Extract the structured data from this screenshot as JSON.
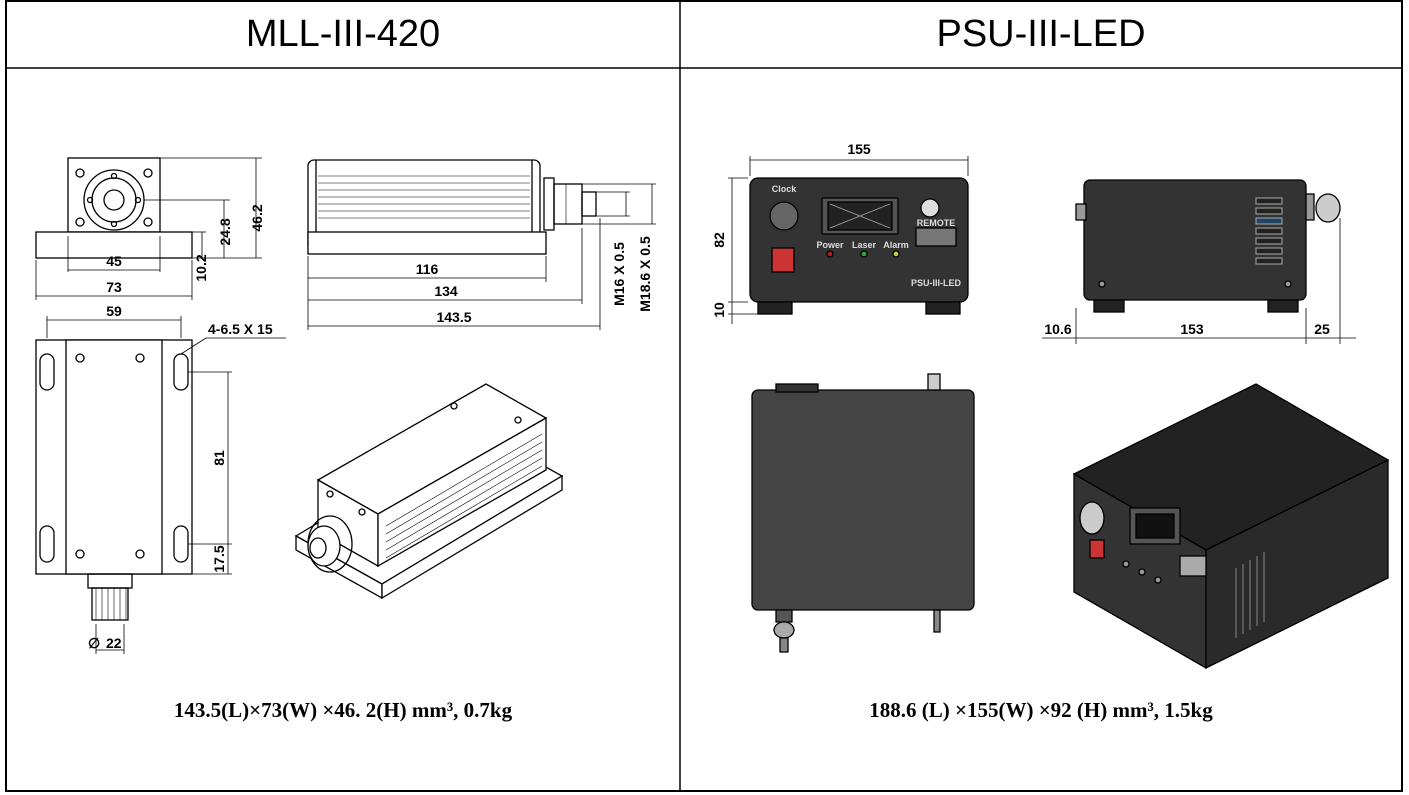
{
  "left": {
    "title": "MLL-III-420",
    "caption": "143.5(L)×73(W) ×46. 2(H) mm³, 0.7kg",
    "dims": {
      "d_46_2": "46.2",
      "d_24_8": "24.8",
      "d_10_2": "10.2",
      "d_45": "45",
      "d_73": "73",
      "d_116": "116",
      "d_134": "134",
      "d_143_5": "143.5",
      "d_m16": "M16 X 0.5",
      "d_m18": "M18.6 X 0.5",
      "d_59": "59",
      "d_holes": "4-6.5 X 15",
      "d_81": "81",
      "d_17_5": "17.5",
      "d_22": "22"
    }
  },
  "right": {
    "title": "PSU-III-LED",
    "caption": "188.6 (L) ×155(W) ×92 (H) mm³, 1.5kg",
    "dims": {
      "d_155": "155",
      "d_82": "82",
      "d_10": "10",
      "d_10_6": "10.6",
      "d_153": "153",
      "d_25": "25"
    },
    "panel_labels": {
      "clock": "Clock",
      "power": "Power",
      "laser": "Laser",
      "alarm": "Alarm",
      "remote": "REMOTE",
      "model": "PSU-III-LED"
    }
  }
}
